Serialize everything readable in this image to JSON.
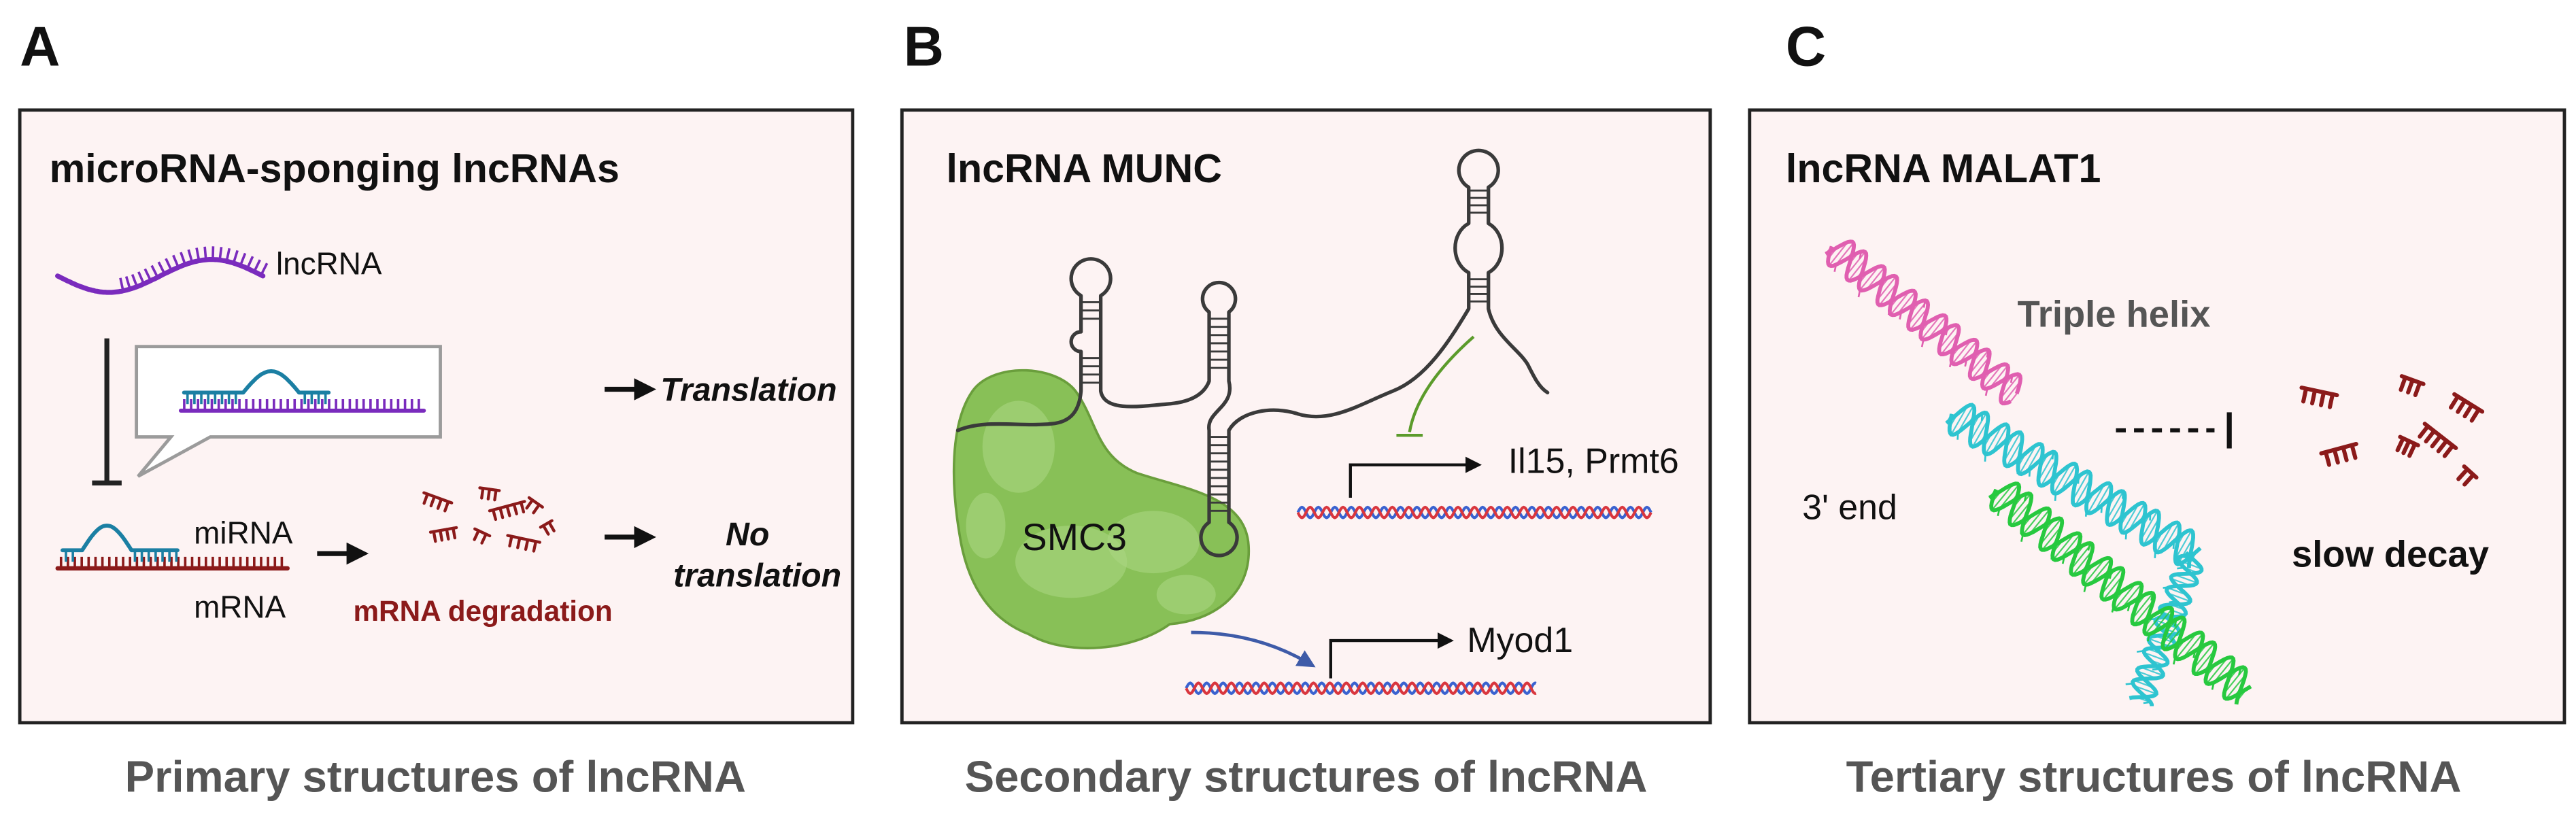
{
  "panel_a": {
    "letter": "A",
    "title": "microRNA-sponging lncRNAs",
    "lncrna_label": "lncRNA",
    "translation_label": "Translation",
    "mirna_label": "miRNA",
    "mrna_label": "mRNA",
    "degradation_label": "mRNA degradation",
    "no_translation_label": [
      "No",
      "translation"
    ],
    "caption": "Primary structures of lncRNA"
  },
  "panel_b": {
    "letter": "B",
    "title": "lncRNA MUNC",
    "protein_label": "SMC3",
    "repressed_genes_label": "Il15, Prmt6",
    "activated_gene_label": "Myod1",
    "caption": "Secondary structures of lncRNA"
  },
  "panel_c": {
    "letter": "C",
    "title": "lncRNA MALAT1",
    "structure_label": "Triple helix",
    "end_label": "3' end",
    "outcome_label": "slow decay",
    "caption": "Tertiary structures of lncRNA"
  },
  "colors": {
    "panel_fill": "#fdf3f3",
    "panel_border": "#222222",
    "caption_gray": "#555555",
    "lncrna": "#7a2bbd",
    "mirna": "#1b7fa3",
    "mrna": "#8b1a1a",
    "rna_gray": "#3a3a3a",
    "smc3_green": "#88c057",
    "smc3_light": "#aad680",
    "smc3_edge": "#6a9e3c",
    "inhibit_green": "#5b9b2b",
    "dna_red": "#d9363e",
    "dna_blue": "#3a62d0",
    "activation_blue": "#3e5ba8",
    "helix_pink": "#e05fb0",
    "helix_cyan": "#2ec4d0",
    "helix_green": "#27c93f",
    "bubble_gray": "#9b9b9b"
  }
}
